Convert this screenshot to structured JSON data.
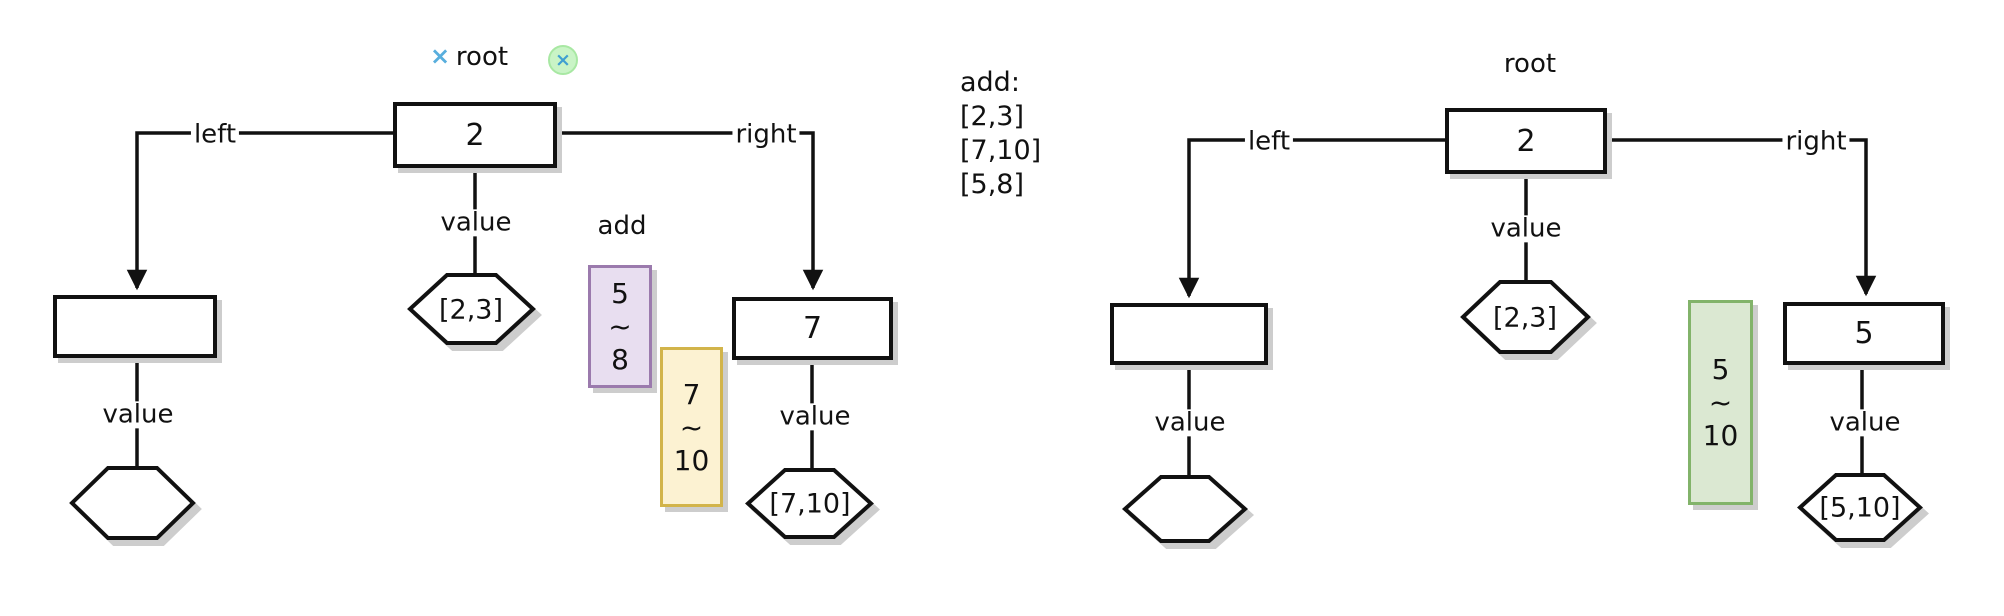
{
  "canvas": {
    "bg": "#ffffff",
    "ink": "#111111"
  },
  "shared_labels": {
    "root": "root",
    "left": "left",
    "right": "right",
    "value": "value"
  },
  "legend": {
    "title": "add:",
    "items": [
      "[2,3]",
      "[7,10]",
      "[5,8]"
    ]
  },
  "before": {
    "root_value": "2",
    "root_interval": "[2,3]",
    "left_child_value": "",
    "left_child_interval": "",
    "right_child_value": "7",
    "right_child_interval": "[7,10]",
    "add_label": "add",
    "close_x": "×",
    "x_color": "#58aedd",
    "badge": {
      "x": "×",
      "fill": "#c9f4c6",
      "border": "#a8e8a3",
      "x_color": "#3f9fd1"
    },
    "pending_note_1": {
      "text": "5\n~\n8",
      "fill": "#e8def0",
      "border": "#9b7aad"
    },
    "pending_note_2": {
      "text": "7\n~\n10",
      "fill": "#fcf2d2",
      "border": "#d2b44a"
    }
  },
  "after": {
    "root_value": "2",
    "root_interval": "[2,3]",
    "left_child_value": "",
    "left_child_interval": "",
    "right_child_value": "5",
    "right_child_interval": "[5,10]",
    "note": {
      "text": "5\n~\n10",
      "fill": "#dbe8d2",
      "border": "#82b36a"
    }
  }
}
